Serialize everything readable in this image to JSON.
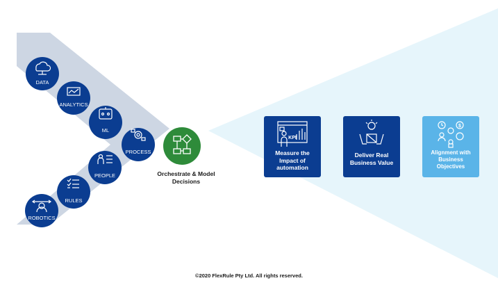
{
  "nodes": {
    "data": "DATA",
    "analytics": "ANALYTICS",
    "ml": "ML",
    "process": "PROCESS",
    "people": "PEOPLE",
    "rules": "RULES",
    "robotics": "ROBOTICS"
  },
  "hub": {
    "line1": "Orchestrate & Model",
    "line2": "Decisions"
  },
  "cards": [
    {
      "line1": "Measure the",
      "line2": "Impact of",
      "line3": "automation",
      "icon": "kpi-dashboard-icon"
    },
    {
      "line1": "Deliver Real",
      "line2": "Business Value",
      "icon": "hands-lightbulb-icon"
    },
    {
      "line1": "Alignment with",
      "line2": "Business",
      "line3": "Objectives",
      "icon": "team-alignment-icon"
    }
  ],
  "colors": {
    "node": "#0b3d91",
    "arrow_band": "#cdd6e3",
    "hub": "#2e8b3a",
    "card_dark": "#0b3d91",
    "card_light": "#5ab4e8",
    "beam": "#e6f5fb"
  },
  "footer": {
    "copyright": "©2020 FlexRule Pty Ltd. All rights reserved."
  }
}
